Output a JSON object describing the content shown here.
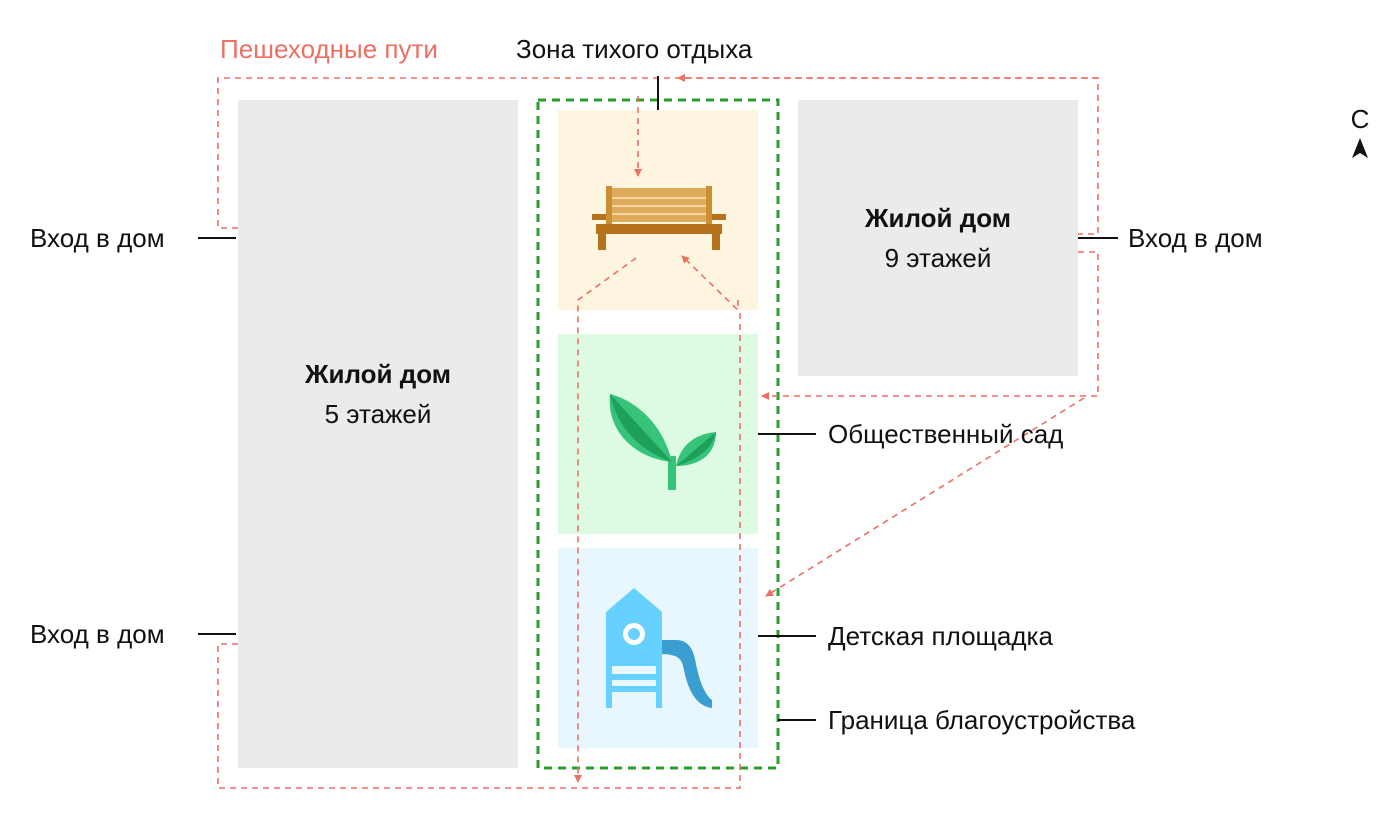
{
  "labels": {
    "pedestrian_paths": "Пешеходные пути",
    "quiet_zone": "Зона тихого отдыха",
    "entrance_left_top": "Вход в дом",
    "entrance_left_bottom": "Вход в дом",
    "entrance_right": "Вход в дом",
    "public_garden": "Общественный сад",
    "playground": "Детская площадка",
    "boundary": "Граница благоустройства"
  },
  "buildings": {
    "left": {
      "name": "Жилой дом",
      "floors": "5 этажей"
    },
    "right": {
      "name": "Жилой дом",
      "floors": "9 этажей"
    }
  },
  "compass": {
    "north_label": "С"
  },
  "colors": {
    "building": "#ebebeb",
    "path": "#ee6f64",
    "boundary": "#2a9d2a",
    "rest_zone": "#fdf5df",
    "garden": "#ddfbe2",
    "playground": "#e8f6fd",
    "bench": "#deab5b",
    "bench_dark": "#b6721a",
    "leaf_light": "#36c47a",
    "leaf_dark": "#1e9f5a",
    "play_light": "#66d0ff",
    "play_dark": "#3a9fd0"
  },
  "icons": [
    "bench-icon",
    "sprout-icon",
    "playground-icon",
    "north-arrow-icon"
  ]
}
